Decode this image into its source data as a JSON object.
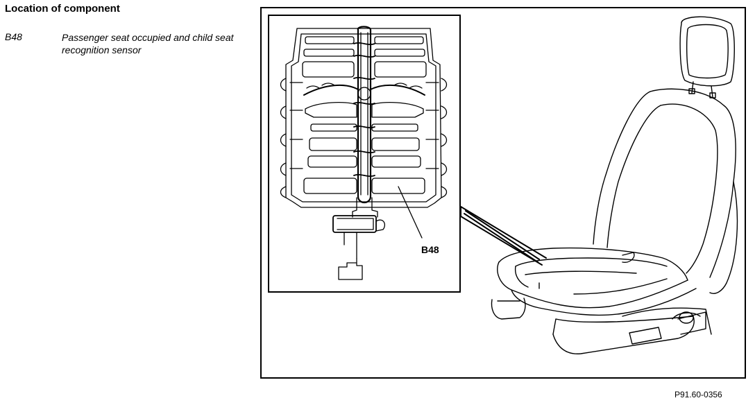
{
  "document": {
    "heading": "Location of component",
    "legend": [
      {
        "code": "B48",
        "description": "Passenger seat occupied and child seat recognition sensor"
      }
    ],
    "figure": {
      "callout": "B48",
      "reference": "P91.60-0356"
    }
  }
}
